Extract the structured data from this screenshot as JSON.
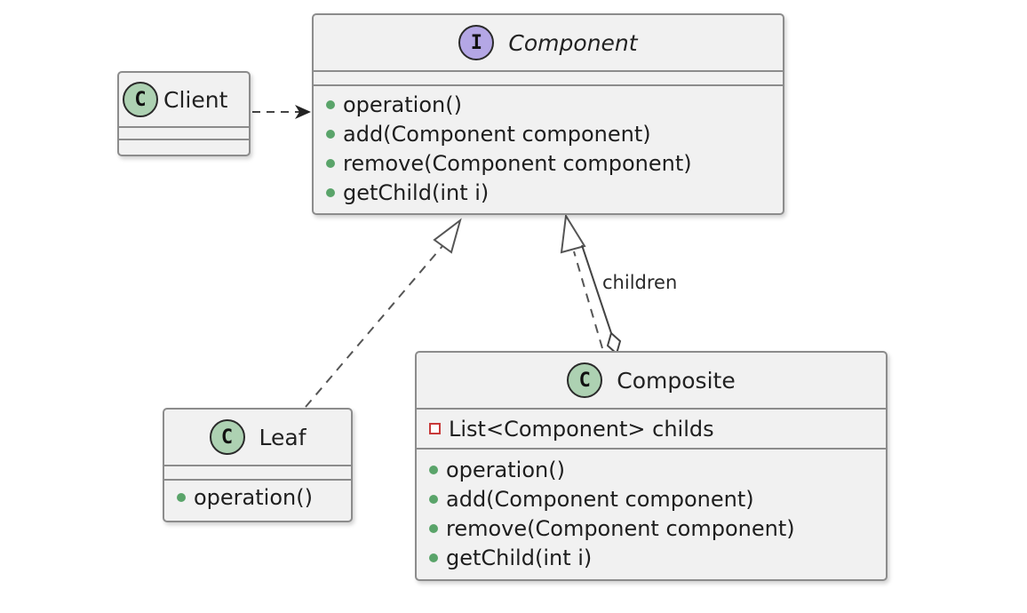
{
  "diagram": {
    "client": {
      "stereotype_icon": "C",
      "name": "Client"
    },
    "component": {
      "stereotype_icon": "I",
      "name": "Component",
      "methods": [
        "operation()",
        "add(Component component)",
        "remove(Component component)",
        "getChild(int i)"
      ]
    },
    "leaf": {
      "stereotype_icon": "C",
      "name": "Leaf",
      "methods": [
        "operation()"
      ]
    },
    "composite": {
      "stereotype_icon": "C",
      "name": "Composite",
      "fields": [
        "List<Component> childs"
      ],
      "methods": [
        "operation()",
        "add(Component component)",
        "remove(Component component)",
        "getChild(int i)"
      ]
    },
    "relations": {
      "aggregation_label": "children"
    },
    "colors": {
      "class_badge": "#add1b2",
      "interface_badge": "#b4a7e5",
      "public_marker": "#5aa46a",
      "private_marker": "#c83a3a",
      "box_fill": "#f1f1f1",
      "border": "#8c8c8c"
    }
  }
}
